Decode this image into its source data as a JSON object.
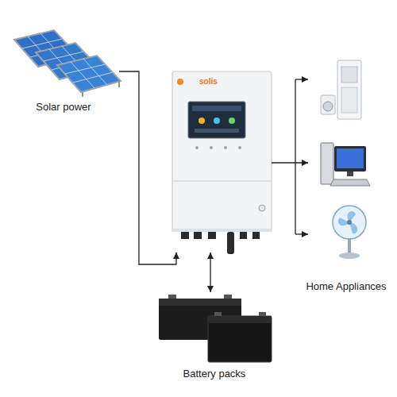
{
  "diagram": {
    "nodes": [
      {
        "text": [
          "Solar power"
        ]
      },
      {
        "text": [
          "solis"
        ]
      },
      {
        "text": [
          "Home Appliances"
        ]
      },
      {
        "text": [
          "Battery packs"
        ]
      }
    ],
    "edges": [
      {
        "from": 0,
        "to": 1,
        "arrow": "to"
      },
      {
        "from": 1,
        "to": 3,
        "arrow": "both"
      },
      {
        "from": 1,
        "to": 2,
        "arrow": "to"
      }
    ]
  }
}
